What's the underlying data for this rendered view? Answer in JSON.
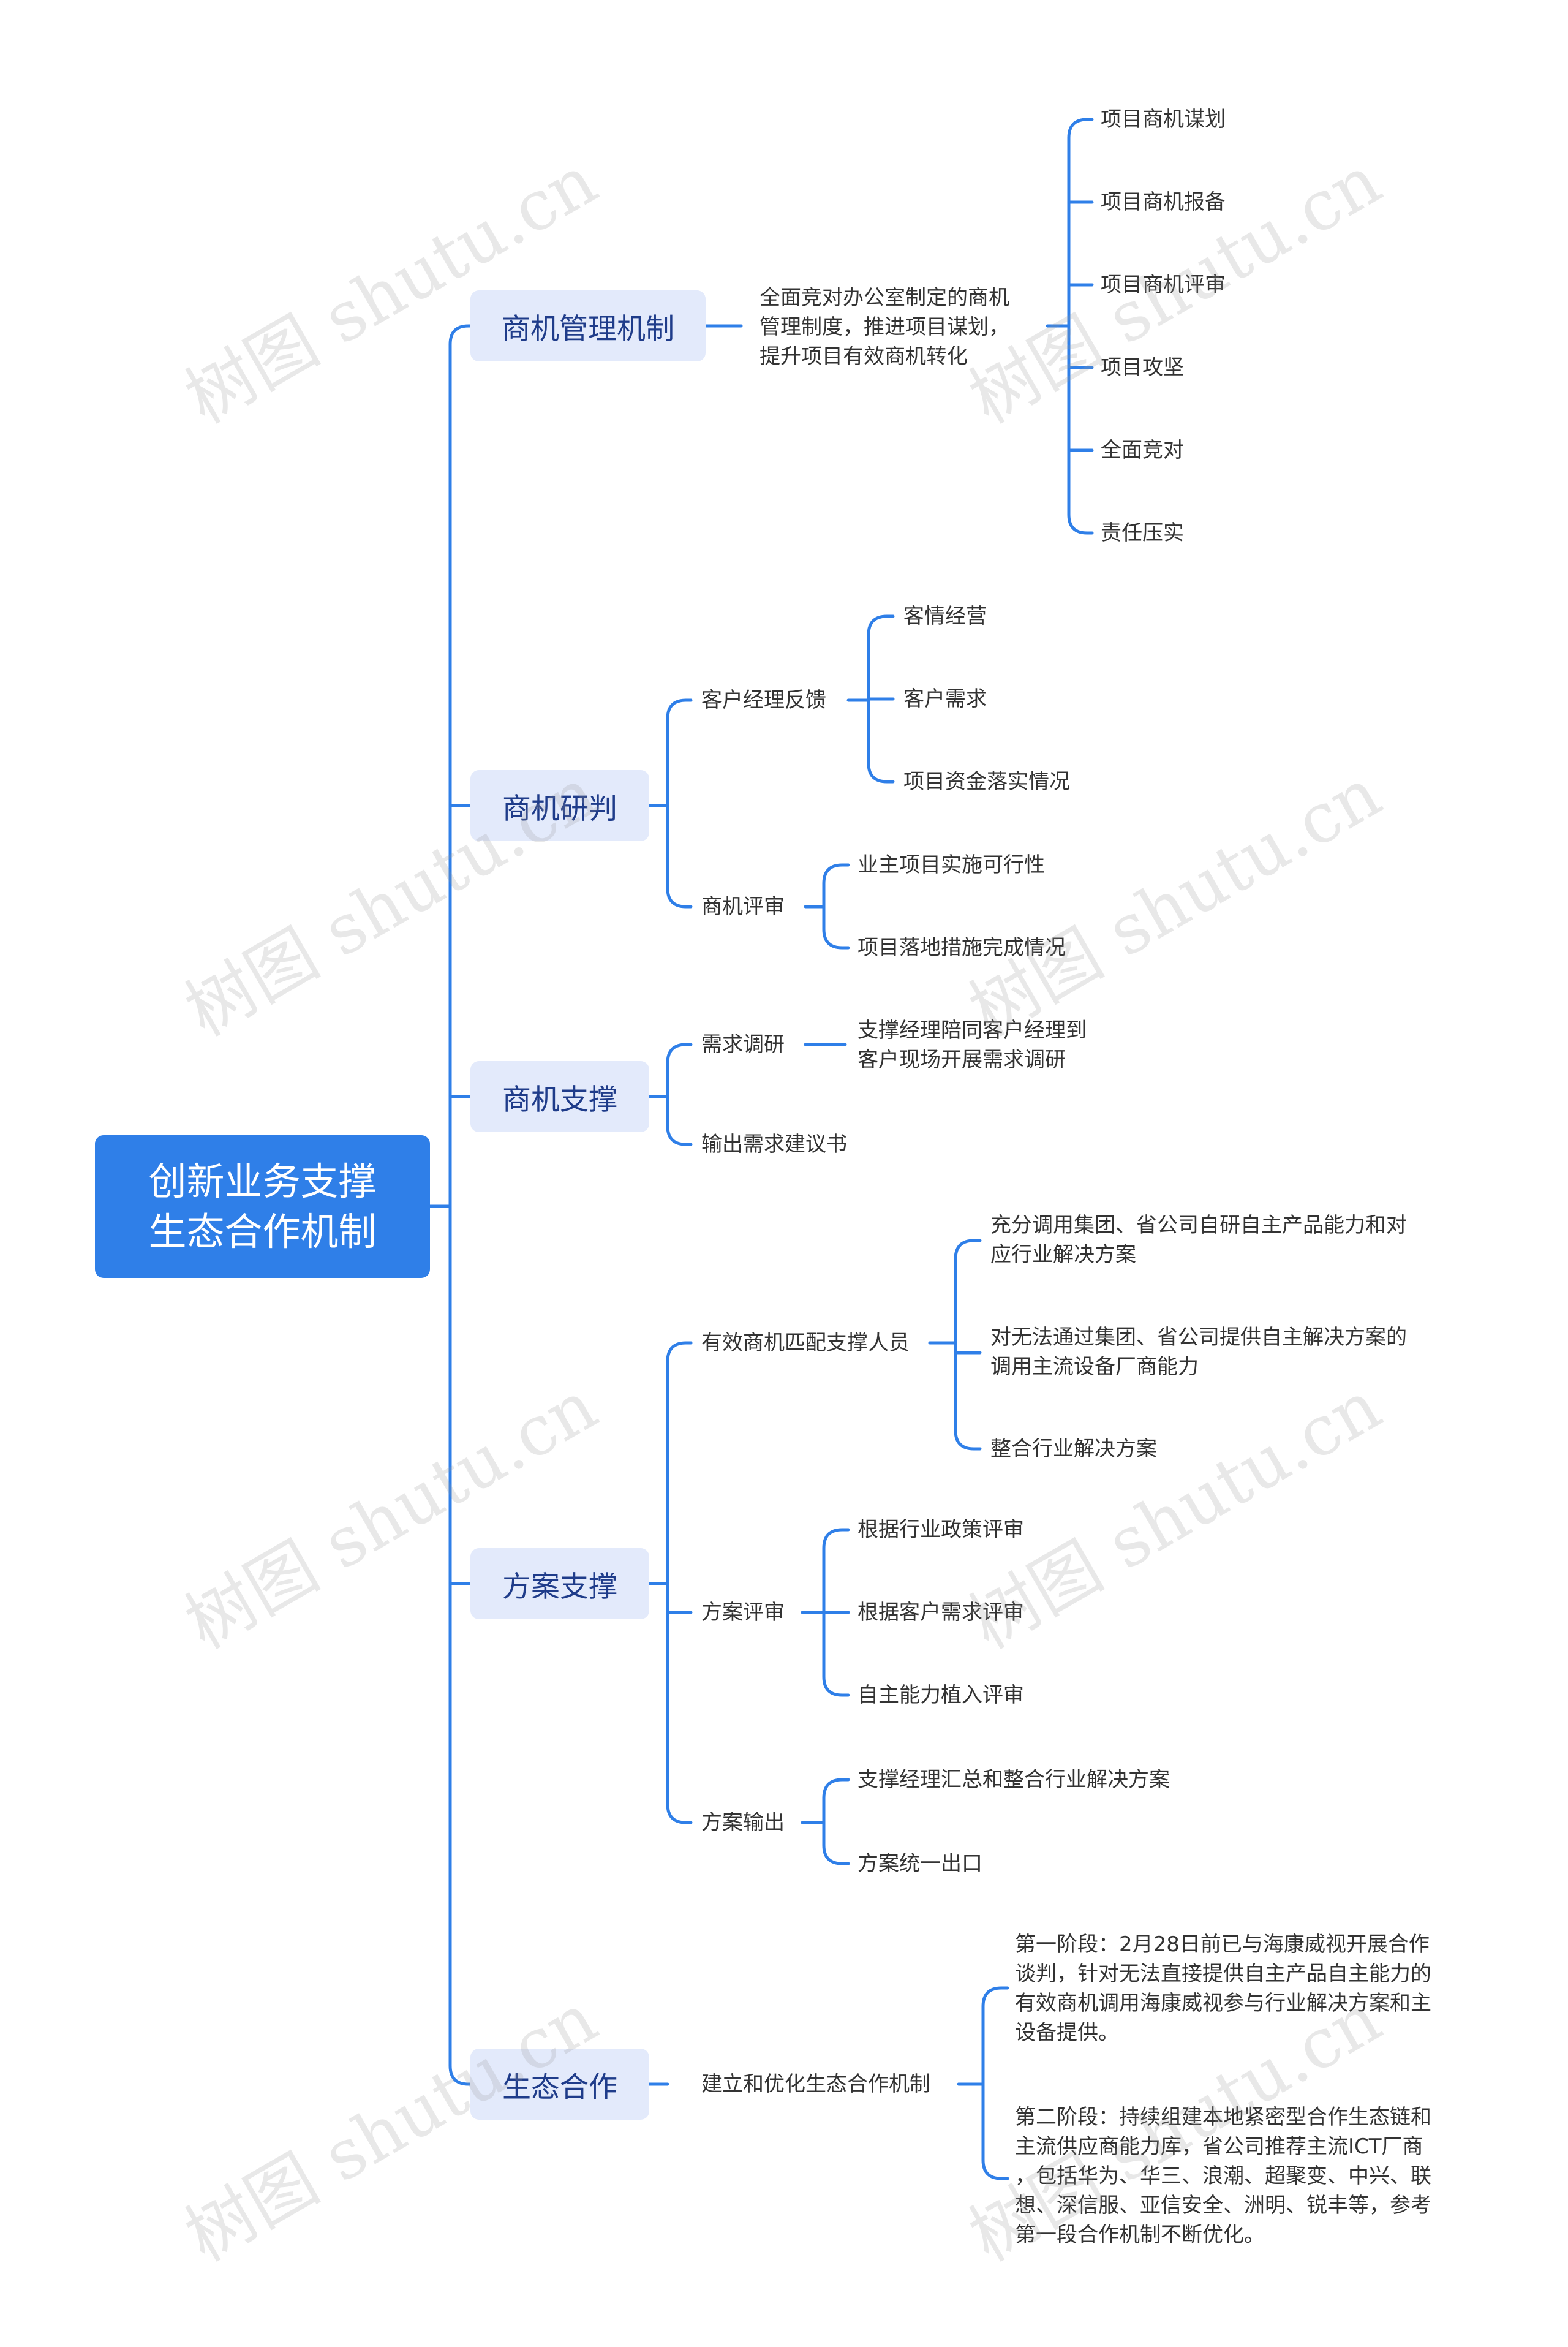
{
  "root": {
    "line1": "创新业务支撑",
    "line2": "生态合作机制"
  },
  "branches": {
    "b1": {
      "label": "商机管理机制",
      "mid": {
        "line1": "全面竞对办公室制定的商机",
        "line2": "管理制度，推进项目谋划，",
        "line3": "提升项目有效商机转化"
      },
      "items": [
        "项目商机谋划",
        "项目商机报备",
        "项目商机评审",
        "项目攻坚",
        "全面竞对",
        "责任压实"
      ]
    },
    "b2": {
      "label": "商机研判",
      "sub1": {
        "label": "客户经理反馈",
        "items": [
          "客情经营",
          "客户需求",
          "项目资金落实情况"
        ]
      },
      "sub2": {
        "label": "商机评审",
        "items": [
          "业主项目实施可行性",
          "项目落地措施完成情况"
        ]
      }
    },
    "b3": {
      "label": "商机支撑",
      "sub1": {
        "label": "需求调研",
        "detail_line1": "支撑经理陪同客户经理到",
        "detail_line2": "客户现场开展需求调研"
      },
      "sub2": {
        "label": "输出需求建议书"
      }
    },
    "b4": {
      "label": "方案支撑",
      "sub1": {
        "label": "有效商机匹配支撑人员",
        "item1_line1": "充分调用集团、省公司自研自主产品能力和对",
        "item1_line2": "应行业解决方案",
        "item2_line1": "对无法通过集团、省公司提供自主解决方案的",
        "item2_line2": "调用主流设备厂商能力",
        "item3": "整合行业解决方案"
      },
      "sub2": {
        "label": "方案评审",
        "items": [
          "根据行业政策评审",
          "根据客户需求评审",
          "自主能力植入评审"
        ]
      },
      "sub3": {
        "label": "方案输出",
        "items": [
          "支撑经理汇总和整合行业解决方案",
          "方案统一出口"
        ]
      }
    },
    "b5": {
      "label": "生态合作",
      "sub1": {
        "label": "建立和优化生态合作机制",
        "stage1": [
          "第一阶段：2月28日前已与海康威视开展合作",
          "谈判，针对无法直接提供自主产品自主能力的",
          "有效商机调用海康威视参与行业解决方案和主",
          "设备提供。"
        ],
        "stage2": [
          "第二阶段：持续组建本地紧密型合作生态链和",
          "主流供应商能力库，省公司推荐主流ICT厂商",
          "，包括华为、华三、浪潮、超聚变、中兴、联",
          "想、深信服、亚信安全、洲明、锐丰等，参考",
          "第一段合作机制不断优化。"
        ]
      }
    }
  },
  "watermark": "树图 shutu.cn",
  "colors": {
    "line": "#2f7fe8",
    "root_bg": "#2f7fe8",
    "l1_bg": "#e3eafb",
    "l1_text": "#1f3c8a",
    "leaf_text": "#333333"
  }
}
